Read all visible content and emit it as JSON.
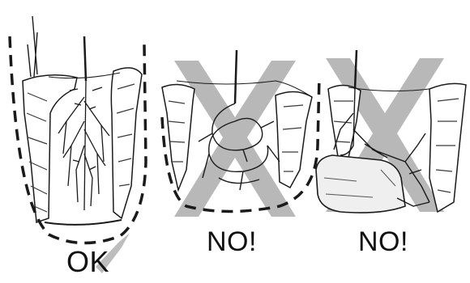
{
  "panels": [
    {
      "label": "OK",
      "verdict_icon": "check-icon"
    },
    {
      "label": "NO!",
      "verdict_icon": "x-icon"
    },
    {
      "label": "NO!",
      "verdict_icon": "x-icon"
    }
  ],
  "colors": {
    "ink": "#1a1a1a",
    "mark": "#b8b8b8",
    "soil": "#3a3a3a",
    "rock": "#e8e8e8"
  }
}
